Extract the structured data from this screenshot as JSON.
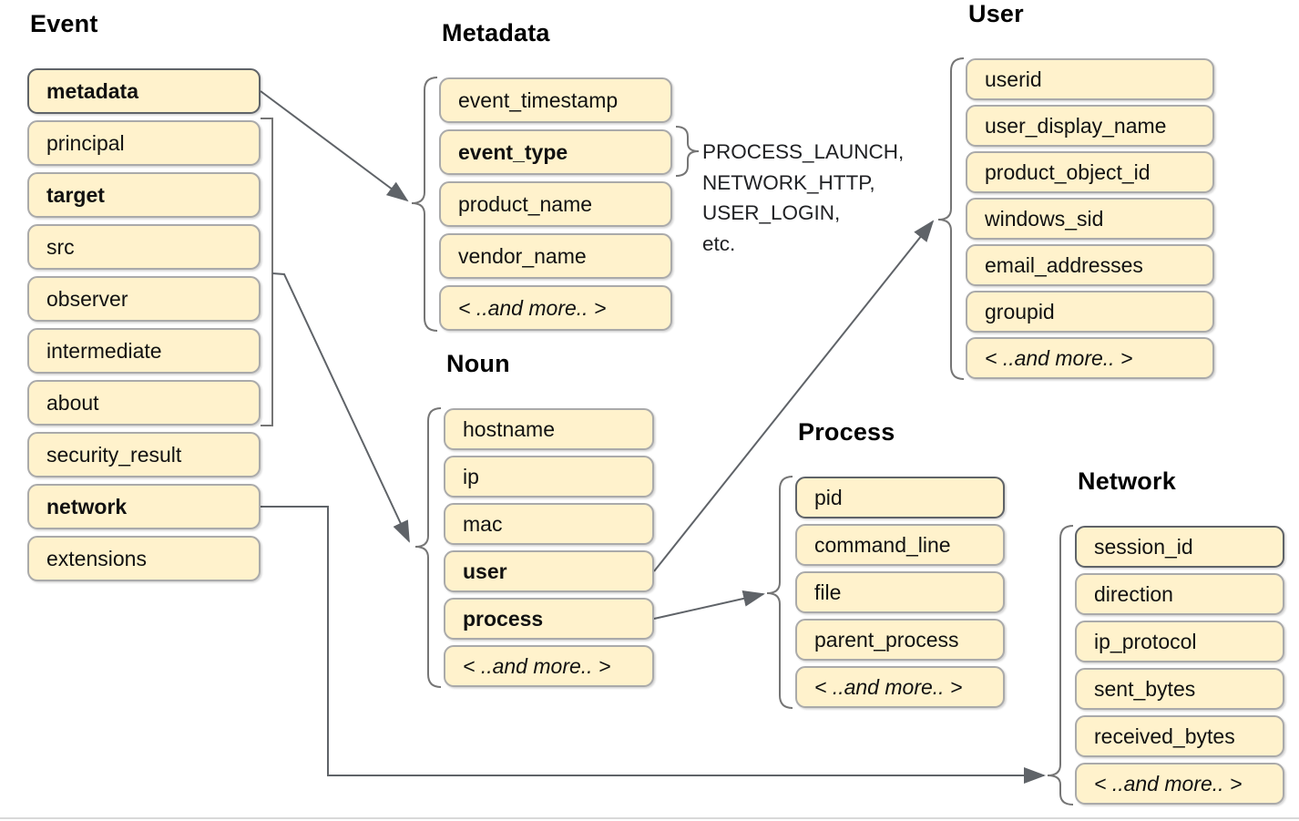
{
  "palette": {
    "box_fill": "#fff2cc",
    "box_border": "#aaaaaa",
    "box_border_dark": "#5f6368",
    "connector": "#5f6368",
    "text": "#111111"
  },
  "groups": {
    "event": {
      "title": "Event",
      "items": [
        {
          "label": "metadata",
          "bold": true
        },
        {
          "label": "principal"
        },
        {
          "label": "target",
          "bold": true
        },
        {
          "label": "src"
        },
        {
          "label": "observer"
        },
        {
          "label": "intermediate"
        },
        {
          "label": "about"
        },
        {
          "label": "security_result"
        },
        {
          "label": "network",
          "bold": true
        },
        {
          "label": "extensions"
        }
      ]
    },
    "metadata": {
      "title": "Metadata",
      "items": [
        {
          "label": "event_timestamp"
        },
        {
          "label": "event_type",
          "bold": true
        },
        {
          "label": "product_name"
        },
        {
          "label": "vendor_name"
        },
        {
          "label": "< ..and more.. >",
          "italic": true
        }
      ]
    },
    "noun": {
      "title": "Noun",
      "items": [
        {
          "label": "hostname"
        },
        {
          "label": "ip"
        },
        {
          "label": "mac"
        },
        {
          "label": "user",
          "bold": true
        },
        {
          "label": "process",
          "bold": true
        },
        {
          "label": "< ..and more.. >",
          "italic": true
        }
      ]
    },
    "user": {
      "title": "User",
      "items": [
        {
          "label": "userid"
        },
        {
          "label": "user_display_name"
        },
        {
          "label": "product_object_id"
        },
        {
          "label": "windows_sid"
        },
        {
          "label": "email_addresses"
        },
        {
          "label": "groupid"
        },
        {
          "label": "< ..and more.. >",
          "italic": true
        }
      ]
    },
    "process": {
      "title": "Process",
      "items": [
        {
          "label": "pid"
        },
        {
          "label": "command_line"
        },
        {
          "label": "file"
        },
        {
          "label": "parent_process"
        },
        {
          "label": "< ..and more.. >",
          "italic": true
        }
      ]
    },
    "network": {
      "title": "Network",
      "items": [
        {
          "label": "session_id"
        },
        {
          "label": "direction"
        },
        {
          "label": "ip_protocol"
        },
        {
          "label": "sent_bytes"
        },
        {
          "label": "received_bytes"
        },
        {
          "label": "< ..and more.. >",
          "italic": true
        }
      ]
    }
  },
  "event_type_examples": [
    "PROCESS_LAUNCH,",
    "NETWORK_HTTP,",
    "USER_LOGIN,",
    "etc."
  ]
}
